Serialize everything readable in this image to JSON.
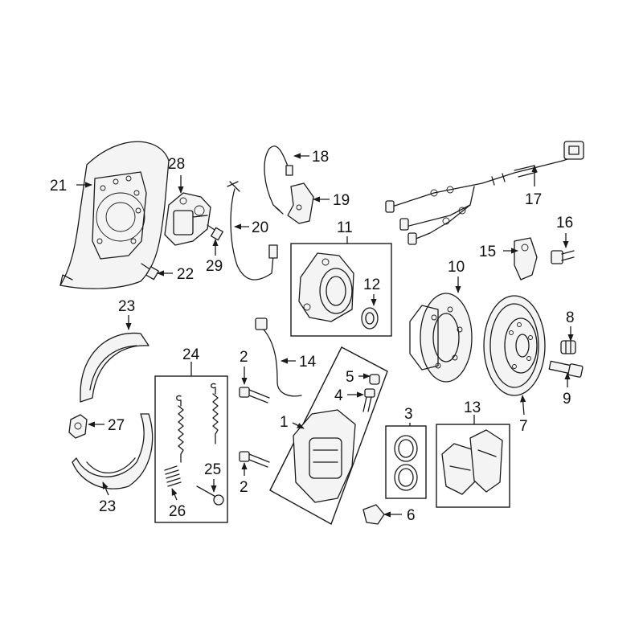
{
  "callouts": [
    {
      "id": "c21",
      "label": "21"
    },
    {
      "id": "c28",
      "label": "28"
    },
    {
      "id": "c18",
      "label": "18"
    },
    {
      "id": "c19",
      "label": "19"
    },
    {
      "id": "c20",
      "label": "20"
    },
    {
      "id": "c29",
      "label": "29"
    },
    {
      "id": "c22",
      "label": "22"
    },
    {
      "id": "c11",
      "label": "11"
    },
    {
      "id": "c12",
      "label": "12"
    },
    {
      "id": "c17",
      "label": "17"
    },
    {
      "id": "c16",
      "label": "16"
    },
    {
      "id": "c15",
      "label": "15"
    },
    {
      "id": "c10",
      "label": "10"
    },
    {
      "id": "c8",
      "label": "8"
    },
    {
      "id": "c9",
      "label": "9"
    },
    {
      "id": "c7",
      "label": "7"
    },
    {
      "id": "c23a",
      "label": "23"
    },
    {
      "id": "c24",
      "label": "24"
    },
    {
      "id": "c2a",
      "label": "2"
    },
    {
      "id": "c14",
      "label": "14"
    },
    {
      "id": "c5",
      "label": "5"
    },
    {
      "id": "c4",
      "label": "4"
    },
    {
      "id": "c1",
      "label": "1"
    },
    {
      "id": "c3",
      "label": "3"
    },
    {
      "id": "c13",
      "label": "13"
    },
    {
      "id": "c27",
      "label": "27"
    },
    {
      "id": "c25",
      "label": "25"
    },
    {
      "id": "c2b",
      "label": "2"
    },
    {
      "id": "c26",
      "label": "26"
    },
    {
      "id": "c6",
      "label": "6"
    },
    {
      "id": "c23b",
      "label": "23"
    }
  ]
}
